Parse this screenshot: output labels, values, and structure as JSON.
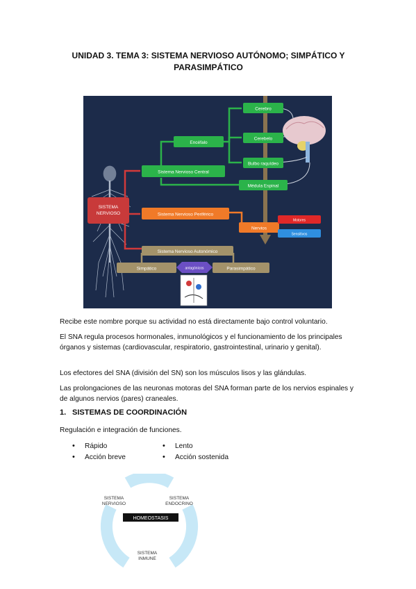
{
  "title": {
    "line1": "UNIDAD 3. TEMA 3: SISTEMA NERVIOSO AUTÓNOMO; SIMPÁTICO Y",
    "line2": "PARASIMPÁTICO"
  },
  "diagram": {
    "colors": {
      "background": "#1c2b4a",
      "green": "#2bb34a",
      "red": "#c83a3a",
      "orange": "#f07a28",
      "tan": "#a3926a",
      "trunk": "#8a7350"
    },
    "nodes": {
      "sna": "SISTEMA\nNERVIOSO",
      "snc": "Sistema Nervioso Central",
      "encefalo": "Encéfalo",
      "cerebro": "Cerebro",
      "cerebelo": "Cerebelo",
      "bulbo": "Bulbo raquídeo",
      "medula": "Médula Espinal",
      "snp": "Sistema Nervioso Periférico",
      "nervios": "Nervios",
      "motores": "Motores",
      "sensitivos": "Sensitivos",
      "snaut": "Sistema Nervioso Autonómico",
      "simpatico": "Simpático",
      "antagonicos": "antagónicos",
      "parasimpatico": "Parasimpático"
    }
  },
  "paragraphs": {
    "p1": "Recibe este nombre porque su actividad no está directamente bajo control voluntario.",
    "p2": "El SNA regula procesos hormonales, inmunológicos y el funcionamiento de los principales órganos y sistemas (cardiovascular, respiratorio, gastrointestinal, urinario y genital).",
    "p3": "Los efectores del SNA (división del SN) son los músculos lisos y las glándulas.",
    "p4": "Las prolongaciones de las neuronas motoras del SNA forman parte de los nervios espinales y de algunos nervios (pares) craneales."
  },
  "section1": {
    "number": "1.",
    "heading": "SISTEMAS DE COORDINACIÓN",
    "intro": "Regulación e integración de funciones.",
    "left_bullets": [
      "Rápido",
      "Acción breve"
    ],
    "right_bullets": [
      "Lento",
      "Acción sostenida"
    ],
    "bullet_glyph": "•"
  },
  "cycle": {
    "ring_color": "#c7e8f7",
    "center": "HOMEOSTASIS",
    "nervioso": "SISTEMA\nNERVIOSO",
    "endocrino": "SISTEMA\nENDOCRINO",
    "inmune": "SISTEMA\nINMUNE"
  }
}
